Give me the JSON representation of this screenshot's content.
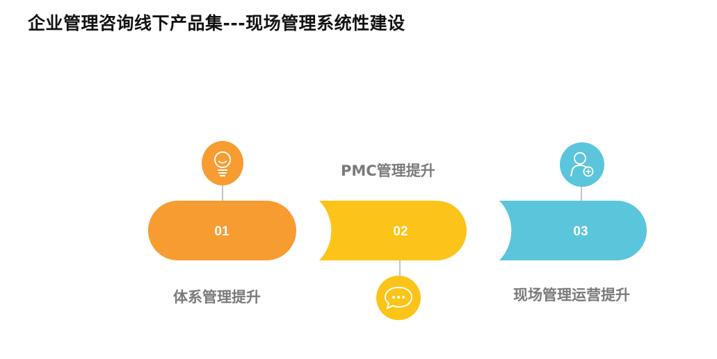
{
  "title": "企业管理咨询线下产品集---现场管理系统性建设",
  "steps": [
    {
      "number": "01",
      "label": "体系管理提升",
      "color": "#f79c31",
      "icon": "lightbulb-icon"
    },
    {
      "number": "02",
      "label": "PMC管理提升",
      "color": "#fcc419",
      "icon": "chat-bubble-icon"
    },
    {
      "number": "03",
      "label": "现场管理运营提升",
      "color": "#5bc5dc",
      "icon": "user-add-icon"
    }
  ]
}
